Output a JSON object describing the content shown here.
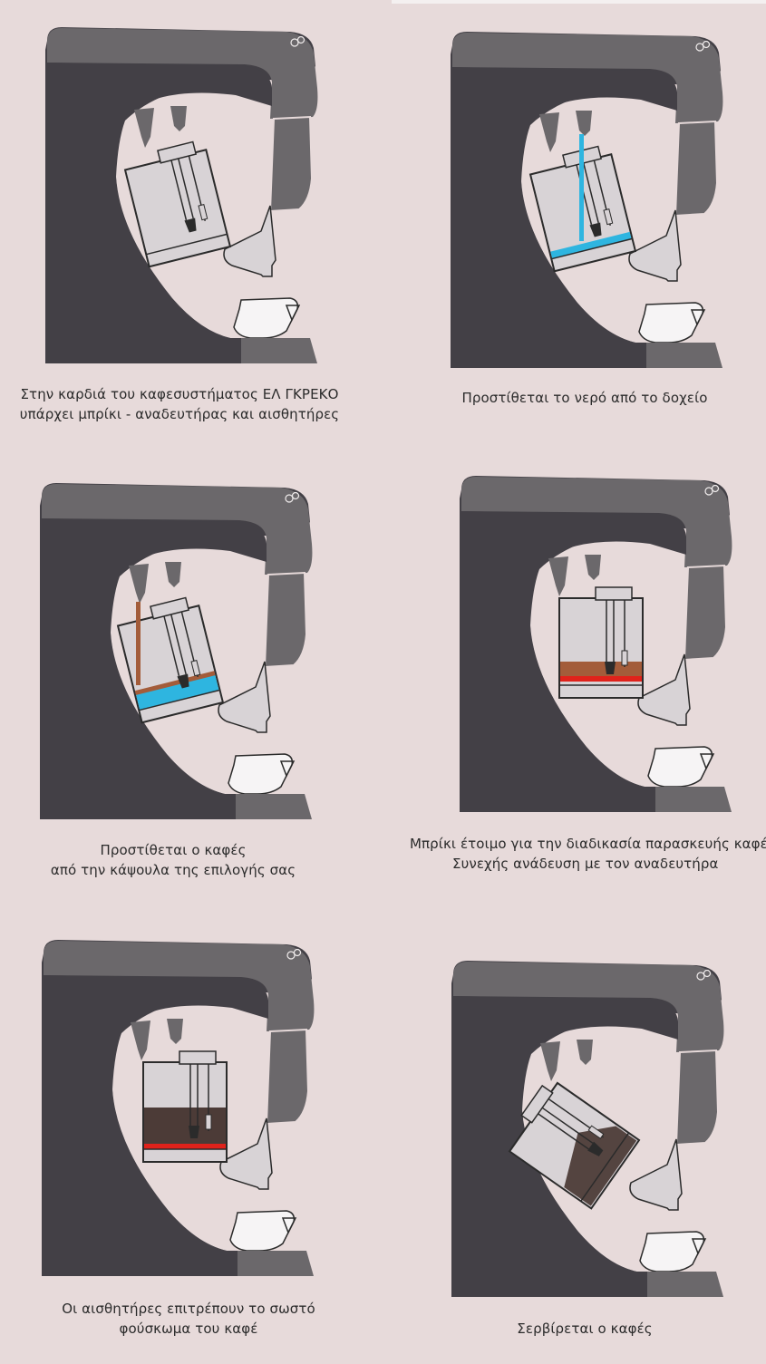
{
  "colors": {
    "background": "#e7dada",
    "body_dark": "#434046",
    "body_mid": "#6b686b",
    "part_light": "#d8d3d6",
    "water": "#2eb5e0",
    "coffee": "#a35c3a",
    "coffee_dark": "#3d2a26",
    "heat": "#e0221b"
  },
  "steps": [
    {
      "id": "step-1",
      "state": "empty",
      "caption": [
        "Στην καρδιά του καφεσυστήματος ΕΛ ΓΚΡΕΚΟ",
        "υπάρχει μπρίκι - αναδευτήρας και αισθητήρες"
      ]
    },
    {
      "id": "step-2",
      "state": "water",
      "caption": [
        "Προστίθεται το νερό από το δοχείο"
      ]
    },
    {
      "id": "step-3",
      "state": "coffee",
      "caption": [
        "Προστίθεται ο καφές",
        "από την κάψουλα της επιλογής σας"
      ]
    },
    {
      "id": "step-4",
      "state": "brewing",
      "caption": [
        "Μπρίκι έτοιμο για την διαδικασία παρασκευής καφέ",
        "Συνεχής ανάδευση με τον αναδευτήρα"
      ]
    },
    {
      "id": "step-5",
      "state": "foam",
      "caption": [
        "Οι αισθητήρες επιτρέπουν το σωστό",
        "φούσκωμα του καφέ"
      ]
    },
    {
      "id": "step-6",
      "state": "serve",
      "caption": [
        "Σερβίρεται ο καφές"
      ]
    }
  ]
}
